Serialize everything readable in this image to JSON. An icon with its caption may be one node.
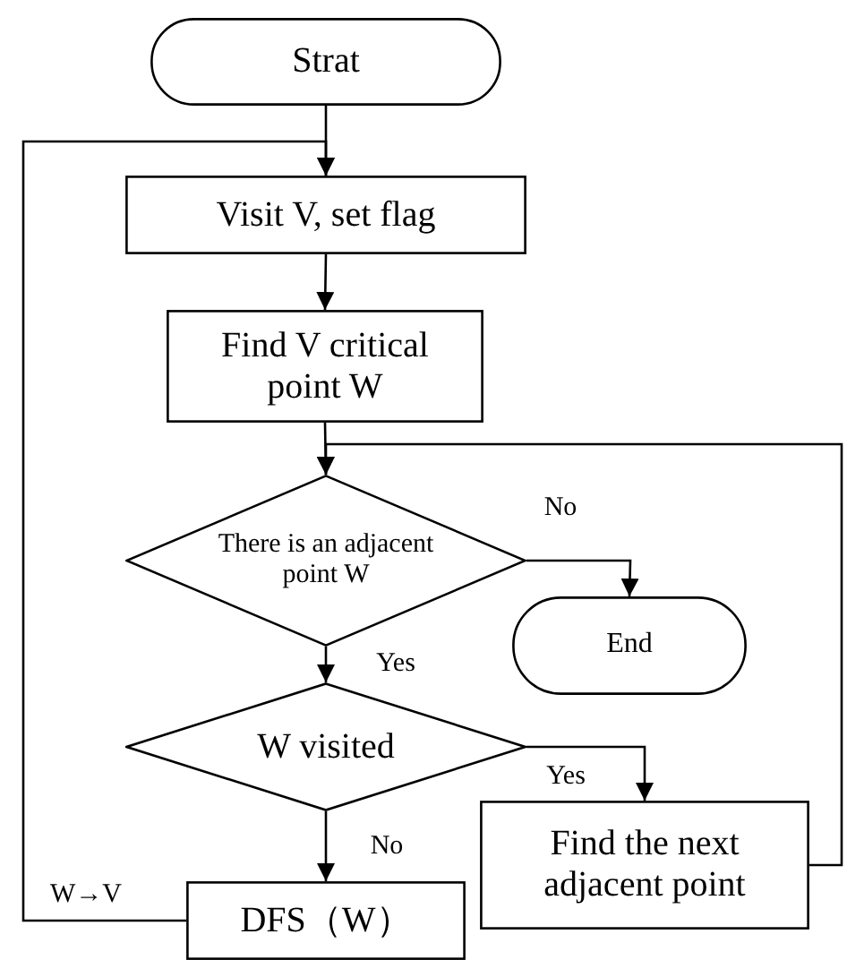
{
  "diagram": {
    "nodes": [
      {
        "text": [
          "Strat"
        ]
      },
      {
        "text": [
          "Visit V, set flag"
        ]
      },
      {
        "text": [
          "Find V critical point W"
        ]
      },
      {
        "text": [
          "There is an adjacent point W"
        ]
      },
      {
        "text": [
          "End"
        ]
      },
      {
        "text": [
          "W visited"
        ]
      },
      {
        "text": [
          "Find the next adjacent point"
        ]
      },
      {
        "text": [
          "DFS（W）"
        ]
      }
    ],
    "edges": [
      {
        "from": 0,
        "to": 1,
        "arrow": "to"
      },
      {
        "from": 1,
        "to": 2,
        "arrow": "to"
      },
      {
        "from": 2,
        "to": 3,
        "arrow": "to"
      },
      {
        "from": 3,
        "to": 4,
        "arrow": "to",
        "label": "No"
      },
      {
        "from": 3,
        "to": 5,
        "arrow": "to",
        "label": "Yes"
      },
      {
        "from": 5,
        "to": 6,
        "arrow": "to",
        "label": "Yes"
      },
      {
        "from": 5,
        "to": 7,
        "arrow": "to",
        "label": "No"
      },
      {
        "from": 7,
        "to": 1,
        "arrow": "to",
        "label": "W→V"
      },
      {
        "from": 6,
        "to": 3,
        "arrow": "to"
      }
    ]
  }
}
